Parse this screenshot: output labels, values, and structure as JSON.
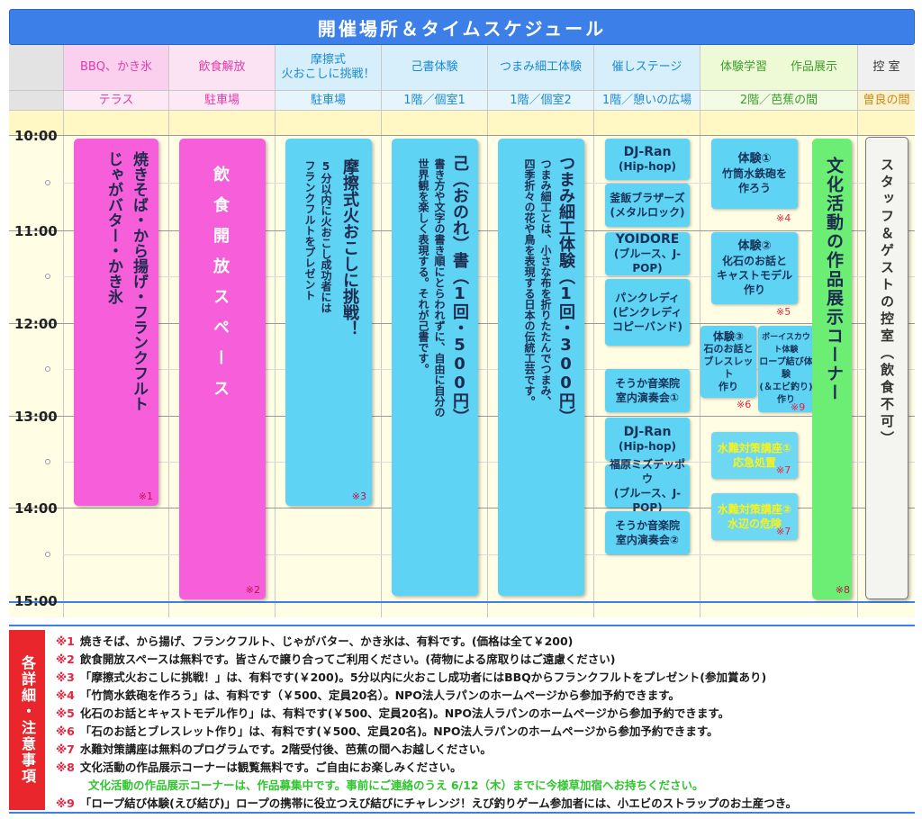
{
  "title": "開催場所＆タイムスケジュール",
  "columns": [
    {
      "activity": "BBQ、かき氷",
      "place": "テラス"
    },
    {
      "activity": "飲食解放",
      "place": "駐車場"
    },
    {
      "activity": "摩擦式\n火おこしに挑戦！",
      "place": "駐車場"
    },
    {
      "activity": "己書体験",
      "place": "1階／個室1"
    },
    {
      "activity": "つまみ細工体験",
      "place": "1階／個室2"
    },
    {
      "activity": "催しステージ",
      "place": "1階／憩いの広場"
    },
    {
      "activity": "体験学習　　作品展示",
      "place": "2階／芭蕉の間"
    },
    {
      "activity": "控 室",
      "place": "曽良の間"
    }
  ],
  "times": [
    "10:00",
    "11:00",
    "12:00",
    "13:00",
    "14:00",
    "15:00"
  ],
  "blocks": {
    "bbq": "焼きそば・から揚げ・フランクフルト\nじゃがバター・かき氷",
    "bbq_note": "※1",
    "food": "飲食開放スペース",
    "food_note": "※2",
    "fire_title": "摩擦式火おこしに挑戦！",
    "fire_desc": "5分以内に火おこし成功者には\nフランクフルトをプレゼント",
    "fire_note": "※3",
    "onore_title": "己（おのれ）書（1回・500円）",
    "onore_desc": "書き方や文字の書き順にとらわれずに、自由に自分の\n世界観を楽しく表現する。それが己書です。",
    "tsumami_title": "つまみ細工体験（1回・300円）",
    "tsumami_desc": "つまみ細工とは、小さな布を折りたたんでつまみ、\n四季折々の花や鳥を表現する日本の伝統工芸です。",
    "exhibit": "文化活動の作品展示コーナー",
    "exhibit_note": "※8",
    "staff": "スタッフ＆ゲストの控室（飲食不可）"
  },
  "stage": [
    {
      "l1": "DJ-Ran",
      "l2": "(Hip-hop)"
    },
    {
      "l1": "釜飯ブラザーズ",
      "l2": "(メタルロック)"
    },
    {
      "l1": "YOIDORE",
      "l2": "(ブルース、J-POP)"
    },
    {
      "l1": "パンクレディ",
      "l2": "(ピンクレディ\nコピーバンド)"
    },
    {
      "l1": "そうか音楽院",
      "l2": "室内演奏会①"
    },
    {
      "l1": "DJ-Ran",
      "l2": "(Hip-hop)"
    },
    {
      "l1": "福原ミズデッポウ",
      "l2": "(ブルース、J-POP)"
    },
    {
      "l1": "そうか音楽院",
      "l2": "室内演奏会②"
    }
  ],
  "workshops": {
    "w1a": "体験①",
    "w1b": "竹筒水鉄砲を\n作ろう",
    "w1n": "※4",
    "w2a": "体験②",
    "w2b": "化石のお話と\nキャストモデル\n作り",
    "w2n": "※5",
    "w3a": "体験③",
    "w3b": "石のお話と\nブレスレット\n作り",
    "w3n": "※6",
    "w4a": "ボーイスカウト体験",
    "w4b": "ロープ結び体験\n(＆エビ釣り)\n作り",
    "w4n": "※9",
    "w5a": "水難対策講座①",
    "w5b": "応急処置",
    "w5n": "※7",
    "w6a": "水難対策講座②",
    "w6b": "水辺の危険",
    "w6n": "※7"
  },
  "notes_tab": "各詳細・注意事項",
  "notes": [
    {
      "mark": "※1",
      "text": "焼きそば、から揚げ、フランクフルト、じゃがバター、かき氷は、有料です。(価格は全て￥200)"
    },
    {
      "mark": "※2",
      "text": "飲食開放スペースは無料です。皆さんで譲り合ってご利用ください。(荷物による席取りはご遠慮ください)"
    },
    {
      "mark": "※3",
      "text": "「摩擦式火おこしに挑戦！」は、有料です(￥200)。5分以内に火おこし成功者にはBBQからフランクフルトをプレゼント(参加賞あり)"
    },
    {
      "mark": "※4",
      "text": "「竹筒水鉄砲を作ろう」は、有料です（￥500、定員20名）。NPO法人ラパンのホームページから参加予約できます。"
    },
    {
      "mark": "※5",
      "text": "化石のお話とキャストモデル作り」は、有料です(￥500、定員20名)。NPO法人ラパンのホームページから参加予約できます。"
    },
    {
      "mark": "※6",
      "text": "「石のお話とブレスレット作り」は、有料です(￥500、定員20名)。NPO法人ラパンのホームページから参加予約できます。"
    },
    {
      "mark": "※7",
      "text": "水難対策講座は無料のプログラムです。2階受付後、芭蕉の間へお越しください。"
    },
    {
      "mark": "※8",
      "text": "文化活動の作品展示コーナーは観覧無料です。ご自由にお楽しみください。"
    },
    {
      "mark": "",
      "text": "文化活動の作品展示コーナーは、作品募集中です。事前にご連絡のうえ 6/12（木）までに今様草加宿へお持ちください。",
      "green": true
    },
    {
      "mark": "※9",
      "text": "「ロープ結び体験(えび結び)」ロープの携帯に役立つえび結びにチャレンジ！えび釣りゲーム参加者には、小エビのストラップのお土産つき。"
    }
  ]
}
